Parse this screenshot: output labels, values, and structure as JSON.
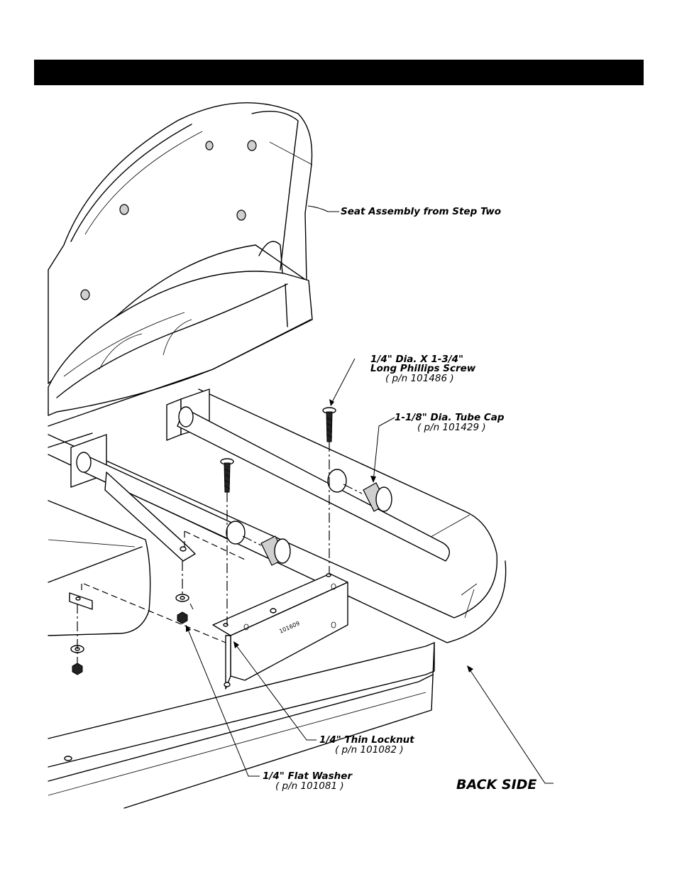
{
  "labels": {
    "seat_assembly": "Seat Assembly from Step Two",
    "screw_line1": "1/4\" Dia. X 1-3/4\"",
    "screw_line2": "Long Phillips Screw",
    "screw_pn": "( p/n 101486 )",
    "tube_cap": "1-1/8\" Dia. Tube Cap",
    "tube_cap_pn": "( p/n 101429 )",
    "locknut": "1/4\" Thin Locknut",
    "locknut_pn": "( p/n 101082 )",
    "washer": "1/4\" Flat Washer",
    "washer_pn": "( p/n 101081 )",
    "back_side": "BACK SIDE",
    "bracket_part": "101609"
  },
  "colors": {
    "ink": "#000000",
    "paper": "#ffffff",
    "header": "#000000"
  }
}
